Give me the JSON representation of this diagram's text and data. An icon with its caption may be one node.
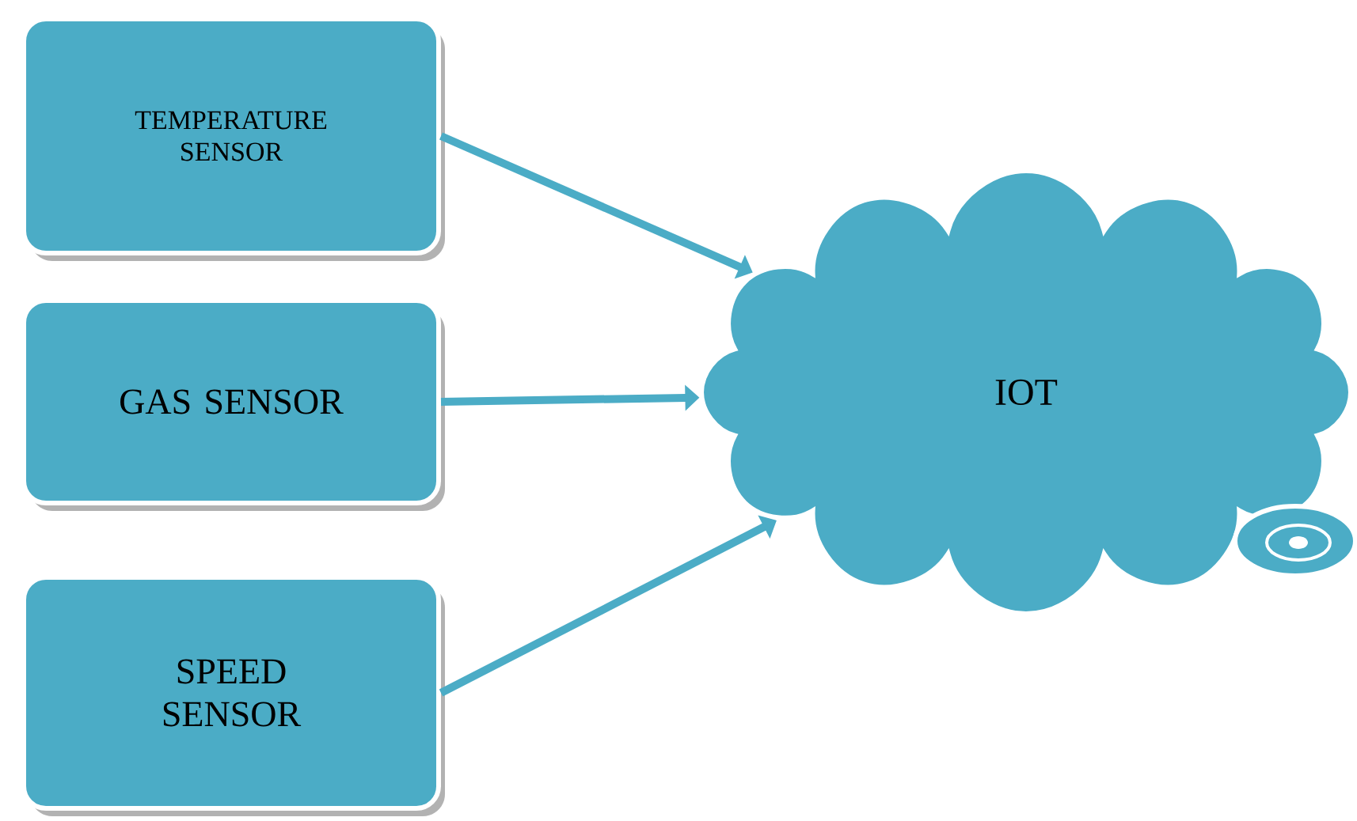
{
  "diagram": {
    "nodes": [
      {
        "text": [
          "TEMPERATURE SENSOR"
        ]
      },
      {
        "text": [
          "GAS SENSOR"
        ]
      },
      {
        "text": [
          "SPEED SENSOR"
        ]
      },
      {
        "text": [
          "IOT"
        ]
      }
    ],
    "edges": [
      {
        "from": 0,
        "to": 3,
        "arrow": "to"
      },
      {
        "from": 1,
        "to": 3,
        "arrow": "to"
      },
      {
        "from": 2,
        "to": 3,
        "arrow": "to"
      }
    ]
  }
}
